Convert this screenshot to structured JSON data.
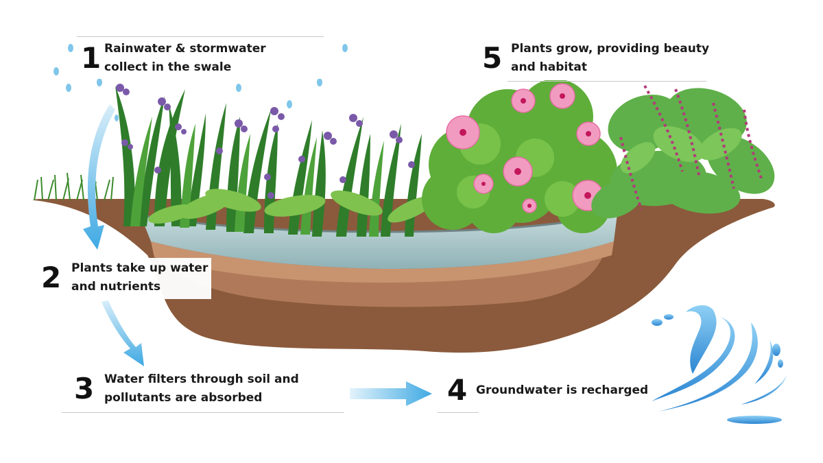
{
  "steps": [
    {
      "number": "1",
      "text": "Rainwater & stormwater\ncollect in the swale"
    },
    {
      "number": "2",
      "text": "Plants take up water\nand nutrients"
    },
    {
      "number": "3",
      "text": "Water filters through soil and\npollutants are absorbed"
    },
    {
      "number": "4",
      "text": "Groundwater is recharged"
    },
    {
      "number": "5",
      "text": "Plants grow, providing beauty\nand habitat"
    }
  ],
  "colors": {
    "soil": "#8b5a3c",
    "soil_light": "#c08a68",
    "water": "#9fc6cf",
    "gravel": "#8e9fa2",
    "grass": "#3f8f2e",
    "iris": "#7a5aa8",
    "hibiscus": "#f29bc0",
    "arrow": "#5bb8e6",
    "splash": "#3f9be0"
  },
  "icons": [
    "raindrop-icon",
    "hibiscus-icon",
    "water-splash-icon",
    "flow-arrow-icon"
  ]
}
